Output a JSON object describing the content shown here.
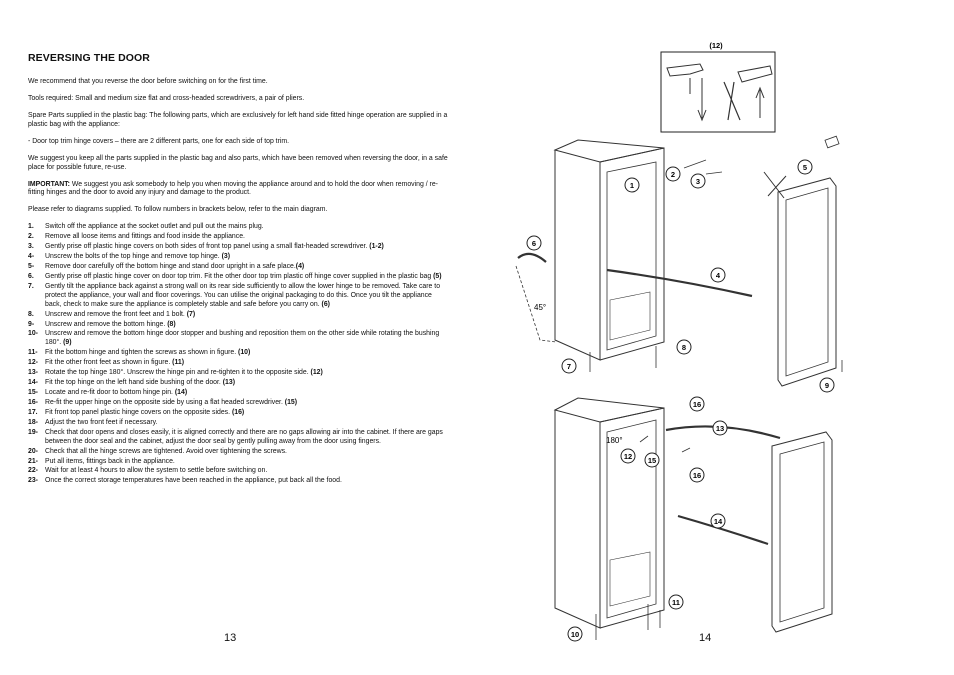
{
  "left_page": {
    "title": "REVERSING THE DOOR",
    "intro": "We recommend that you reverse the door before switching on for the first time.",
    "tools": "Tools required: Small and medium size flat and cross-headed screwdrivers, a pair of pliers.",
    "spare_parts": "Spare Parts supplied in the plastic bag: The following parts, which are exclusively for left hand side fitted hinge operation are supplied in a plastic bag with the appliance:",
    "hinge_covers": "- Door top trim hinge covers – there are 2 different parts, one for each side of top trim.",
    "keep_parts": "We suggest you keep all the parts supplied in the plastic bag and also parts, which have been removed when reversing the door, in a safe place for possible future, re-use.",
    "important_label": "IMPORTANT:",
    "important_text": " We suggest you ask somebody to help you when moving the appliance around and to hold the door when removing / re-fitting hinges and the door to avoid any injury and damage to the product.",
    "refer": "Please refer to diagrams supplied. To follow numbers in brackets below, refer to the main diagram.",
    "steps": [
      {
        "num": "1.",
        "text": "Switch  off the appliance at the socket outlet and pull out the mains plug.",
        "ref": ""
      },
      {
        "num": "2.",
        "text": "Remove all loose items and fittings and food inside the appliance.",
        "ref": ""
      },
      {
        "num": "3.",
        "text": "Gently prise off plastic hinge covers on both sides of front top panel using a small flat-headed screwdriver. ",
        "ref": "(1-2)"
      },
      {
        "num": "4-",
        "text": "Unscrew the bolts of the top hinge and remove top hinge. ",
        "ref": "(3)"
      },
      {
        "num": "5-",
        "text": "Remove door carefully off the bottom hinge and stand door upright in a safe place.",
        "ref": "(4)"
      },
      {
        "num": "6.",
        "text": "Gently prise off plastic hinge cover on door top trim. Fit the other door top trim plastic off hinge cover supplied in the plastic bag ",
        "ref": "(5)"
      },
      {
        "num": "7.",
        "text": "Gently tilt the appliance back against a strong wall on its rear side sufficiently to allow the lower hinge to be removed. Take care to protect the appliance, your wall and floor coverings. You can utilise the original packaging to do this. Once you tilt the appliance back, check to make sure the appliance is completely stable and safe before you carry on. ",
        "ref": "(6)"
      },
      {
        "num": "8.",
        "text": "Unscrew and remove the front feet and 1 bolt. ",
        "ref": "(7)"
      },
      {
        "num": "9-",
        "text": "Unscrew and remove the bottom hinge. ",
        "ref": "(8)"
      },
      {
        "num": "10-",
        "text": "Unscrew and remove the bottom hinge door stopper and bushing and reposition them on the other side while rotating the bushing 180°. ",
        "ref": "(9)"
      },
      {
        "num": "11-",
        "text": "Fit the bottom hinge and tighten the screws as shown in figure. ",
        "ref": "(10)"
      },
      {
        "num": "12-",
        "text": "Fit the other front feet as shown in figure. ",
        "ref": "(11)"
      },
      {
        "num": "13-",
        "text": "Rotate the top hinge 180°. Unscrew the hinge pin and re-tighten it to the opposite side. ",
        "ref": "(12)"
      },
      {
        "num": "14-",
        "text": "Fit the top hinge on the left hand side bushing of the door. ",
        "ref": "(13)"
      },
      {
        "num": "15-",
        "text": "Locate and re-fit door to bottom hinge pin. ",
        "ref": "(14)"
      },
      {
        "num": "16-",
        "text": "Re-fit  the upper hinge on the opposite side by using a flat headed screwdriver. ",
        "ref": "(15)"
      },
      {
        "num": "17.",
        "text": "Fit front top panel plastic hinge covers on the opposite sides. ",
        "ref": "(16)"
      },
      {
        "num": "18-",
        "text": "Adjust the two front feet if necessary.",
        "ref": ""
      },
      {
        "num": "19-",
        "text": "Check that door opens and closes easily, it is aligned correctly and there are no gaps allowing air into the cabinet. If there are gaps between the door seal and the cabinet, adjust the door seal by gently pulling away from the door using fingers.",
        "ref": ""
      },
      {
        "num": "20-",
        "text": "Check that all the hinge screws are tightened. Avoid over tightening the screws.",
        "ref": ""
      },
      {
        "num": "21-",
        "text": "Put all items, fittings back in the appliance.",
        "ref": ""
      },
      {
        "num": "22-",
        "text": "Wait for at least 4 hours to allow the system to settle before switching on.",
        "ref": ""
      },
      {
        "num": "23-",
        "text": "Once the correct storage temperatures have been reached in the appliance, put back all the food.",
        "ref": ""
      }
    ],
    "page_number": "13"
  },
  "right_page": {
    "inset_label": "(12)",
    "callouts": [
      "1",
      "2",
      "3",
      "4",
      "5",
      "6",
      "7",
      "8",
      "9",
      "10",
      "11",
      "12",
      "13",
      "14",
      "15",
      "16",
      "16"
    ],
    "angle_45": "45°",
    "angle_180": "180°",
    "page_number": "14"
  }
}
